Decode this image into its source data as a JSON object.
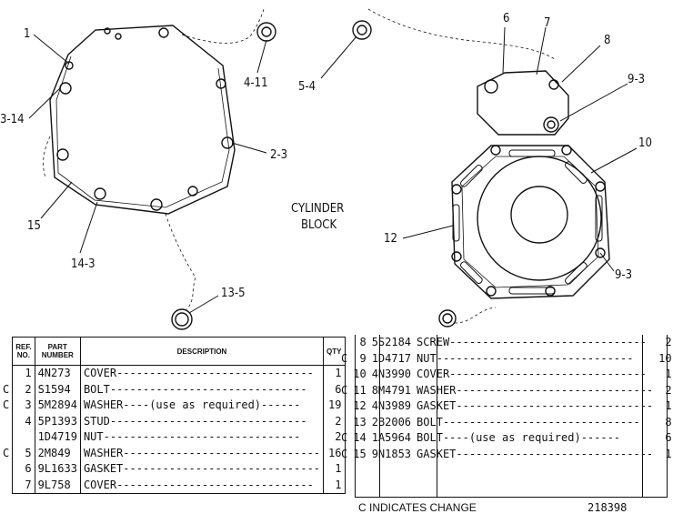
{
  "drawing": {
    "callouts": [
      "1",
      "3-14",
      "15",
      "14-3",
      "4-11",
      "2-3",
      "13-5",
      "5-4",
      "6",
      "7",
      "8",
      "9-3",
      "10",
      "12",
      "9-3"
    ],
    "center_label": [
      "CYLINDER",
      "BLOCK"
    ]
  },
  "table_left": {
    "headers": {
      "ref": [
        "REF.",
        "NO."
      ],
      "part": [
        "PART",
        "NUMBER"
      ],
      "desc": "DESCRIPTION",
      "qty": "QTY"
    },
    "rows": [
      {
        "c": "",
        "ref": "1",
        "part": "4N273",
        "desc": "COVER",
        "qty": "1"
      },
      {
        "c": "C",
        "ref": "2",
        "part": "S1594",
        "desc": "BOLT",
        "qty": "6"
      },
      {
        "c": "C",
        "ref": "3",
        "part": "5M2894",
        "desc": "WASHER",
        "note": "(use as required)",
        "qty": "19"
      },
      {
        "c": "",
        "ref": "4",
        "part": "5P1393",
        "desc": "STUD",
        "qty": "2"
      },
      {
        "c": "",
        "ref": "",
        "part": "1D4719",
        "desc": "NUT",
        "qty": "2"
      },
      {
        "c": "C",
        "ref": "5",
        "part": "2M849",
        "desc": "WASHER",
        "qty": "16"
      },
      {
        "c": "",
        "ref": "6",
        "part": "9L1633",
        "desc": "GASKET",
        "qty": "1"
      },
      {
        "c": "",
        "ref": "7",
        "part": "9L758",
        "desc": "COVER",
        "qty": "1"
      }
    ]
  },
  "table_right": {
    "rows": [
      {
        "c": "",
        "ref": "8",
        "part": "5S2184",
        "desc": "SCREW",
        "qty": "2"
      },
      {
        "c": "C",
        "ref": "9",
        "part": "1D4717",
        "desc": "NUT",
        "qty": "10"
      },
      {
        "c": "",
        "ref": "10",
        "part": "4N3990",
        "desc": "COVER",
        "qty": "1"
      },
      {
        "c": "C",
        "ref": "11",
        "part": "8M4791",
        "desc": "WASHER",
        "qty": "2"
      },
      {
        "c": "",
        "ref": "12",
        "part": "4N3989",
        "desc": "GASKET",
        "qty": "1"
      },
      {
        "c": "",
        "ref": "13",
        "part": "2B2006",
        "desc": "BOLT",
        "qty": "8"
      },
      {
        "c": "C",
        "ref": "14",
        "part": "1A5964",
        "desc": "BOLT",
        "note": "(use as required)",
        "qty": "6"
      },
      {
        "c": "C",
        "ref": "15",
        "part": "9N1853",
        "desc": "GASKET",
        "qty": "1"
      }
    ]
  },
  "footer": {
    "legend": "C INDICATES CHANGE",
    "drawing_no": "218398"
  }
}
